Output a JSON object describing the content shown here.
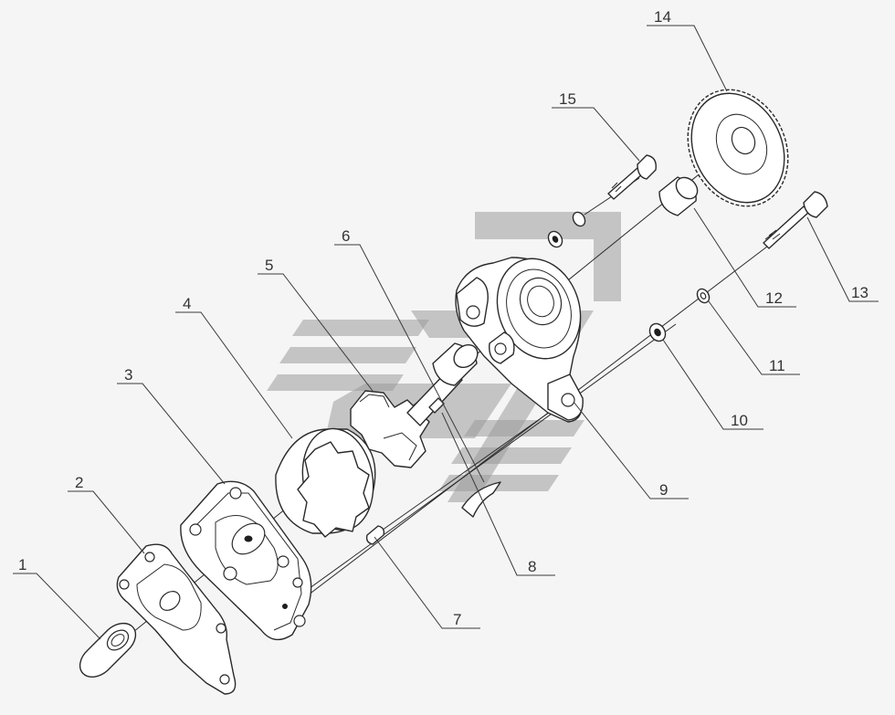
{
  "callouts": [
    {
      "label": "1"
    },
    {
      "label": "2"
    },
    {
      "label": "3"
    },
    {
      "label": "4"
    },
    {
      "label": "5"
    },
    {
      "label": "6"
    },
    {
      "label": "7"
    },
    {
      "label": "8"
    },
    {
      "label": "9"
    },
    {
      "label": "10"
    },
    {
      "label": "11"
    },
    {
      "label": "12"
    },
    {
      "label": "13"
    },
    {
      "label": "14"
    },
    {
      "label": "15"
    }
  ],
  "colors": {
    "background": "#f5f5f5",
    "line": "#2a2a2a",
    "watermark": "#9a9a9a"
  }
}
